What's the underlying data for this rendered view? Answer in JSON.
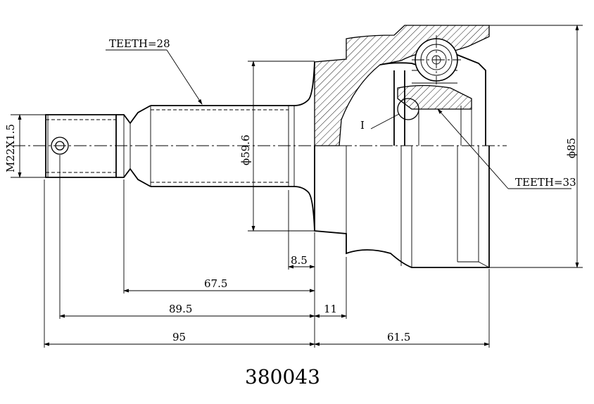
{
  "dimensions": {
    "teeth_shaft": "TEETH=28",
    "teeth_bell": "TEETH=33",
    "thread": "M22X1.5",
    "shaft_diameter": "ϕ59.6",
    "outer_diameter": "ϕ85",
    "flange": "8.5",
    "shaft_length": "67.5",
    "shaft_total": "89.5",
    "step": "11",
    "overall_left": "95",
    "overall_right": "61.5",
    "detail_mark": "I"
  },
  "part_number": "380043"
}
